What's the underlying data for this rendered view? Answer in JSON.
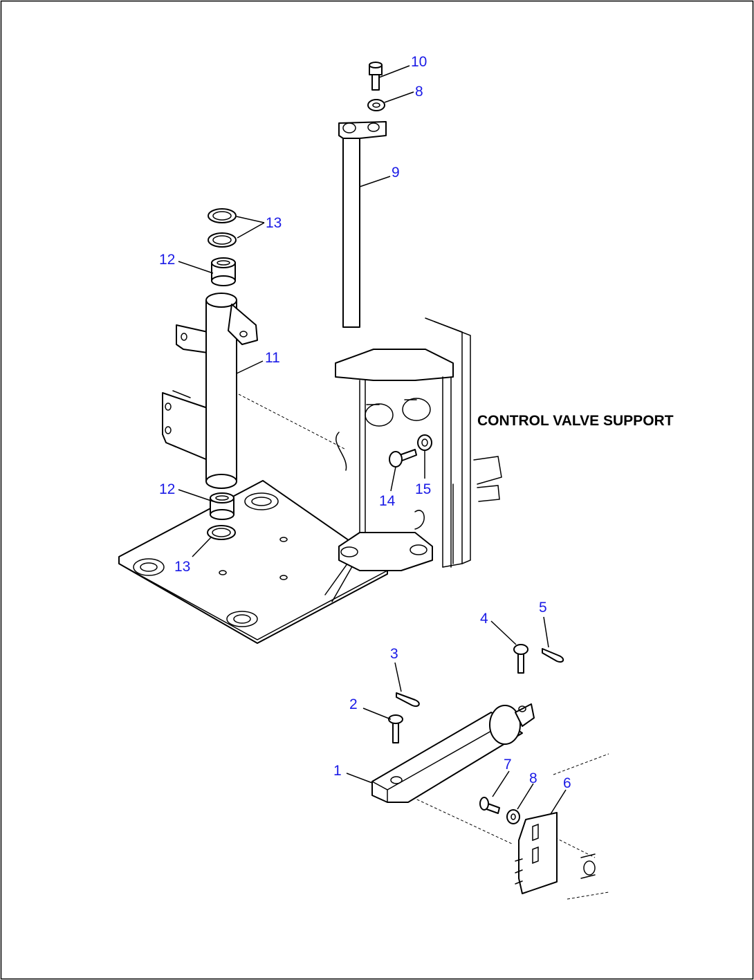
{
  "diagram": {
    "title": "CONTROL VALVE SUPPORT",
    "callout_color": "#1a1ae6",
    "callouts": {
      "c1": "1",
      "c2": "2",
      "c3": "3",
      "c4": "4",
      "c5": "5",
      "c6": "6",
      "c7": "7",
      "c8a": "8",
      "c8b": "8",
      "c9": "9",
      "c10": "10",
      "c11": "11",
      "c12a": "12",
      "c12b": "12",
      "c13a": "13",
      "c13b": "13",
      "c14": "14",
      "c15": "15"
    }
  }
}
